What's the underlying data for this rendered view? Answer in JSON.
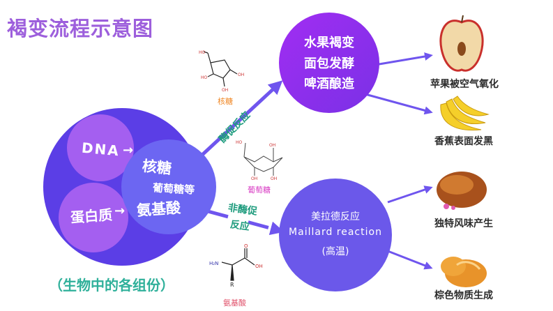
{
  "title": "褐变流程示意图",
  "components": {
    "dna": "DNA",
    "ribose": "核糖",
    "glucose_etc": "葡萄糖等",
    "protein": "蛋白质",
    "amino_acid": "氨基酸",
    "caption": "（生物中的各组份）"
  },
  "enzymatic": {
    "arrow_label": "酶促反应",
    "lines": [
      "水果褐变",
      "面包发酵",
      "啤酒酿造"
    ],
    "outcomes": [
      "苹果被空气氧化",
      "香蕉表面发黑"
    ]
  },
  "non_enzymatic": {
    "arrow_label_1": "非酶促",
    "arrow_label_2": "反应",
    "lines": [
      "美拉德反应",
      "Maillard reaction",
      "(高温)"
    ],
    "outcomes": [
      "独特风味产生",
      "棕色物质生成"
    ]
  },
  "molecules": {
    "ribose": "核糖",
    "glucose": "葡萄糖",
    "amino_acid": "氨基酸"
  },
  "colors": {
    "title": "#9d5fdc",
    "big_circle": "#5b3ee6",
    "small_circle": "#a45ff0",
    "inner_circle": "#6c66f2",
    "arrow": "#6f55ee",
    "label_green": "#1f9c7e"
  }
}
